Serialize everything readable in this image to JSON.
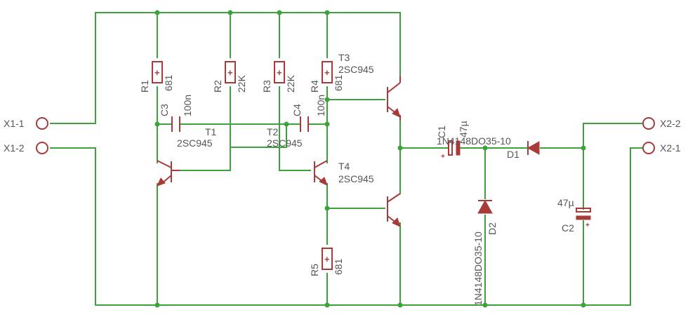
{
  "connectors": {
    "x1_1": "X1-1",
    "x1_2": "X1-2",
    "x2_2": "X2-2",
    "x2_1": "X2-1"
  },
  "resistors": {
    "r1": {
      "name": "R1",
      "value": "681"
    },
    "r2": {
      "name": "R2",
      "value": "22K"
    },
    "r3": {
      "name": "R3",
      "value": "22K"
    },
    "r4": {
      "name": "R4",
      "value": "681"
    },
    "r5": {
      "name": "R5",
      "value": "681"
    }
  },
  "capacitors": {
    "c3": {
      "name": "C3",
      "value": "100n"
    },
    "c4": {
      "name": "C4",
      "value": "100n"
    },
    "c1": {
      "name": "C1",
      "value": "47µ"
    },
    "c2": {
      "name": "C2",
      "value": "47µ"
    }
  },
  "transistors": {
    "t1": {
      "name": "T1",
      "value": "2SC945"
    },
    "t2": {
      "name": "T2",
      "value": "2SC945"
    },
    "t3": {
      "name": "T3",
      "value": "2SC945"
    },
    "t4": {
      "name": "T4",
      "value": "2SC945"
    }
  },
  "diodes": {
    "d1": {
      "name": "D1",
      "value": "1N4148DO35-10"
    },
    "d2": {
      "name": "D2",
      "value": "1N4148DO35-10"
    }
  },
  "symbols": {
    "plus": "+"
  },
  "colors": {
    "wire": "#3ca33c",
    "component": "#a83a3a",
    "label": "#555555",
    "background": "#ffffff"
  }
}
